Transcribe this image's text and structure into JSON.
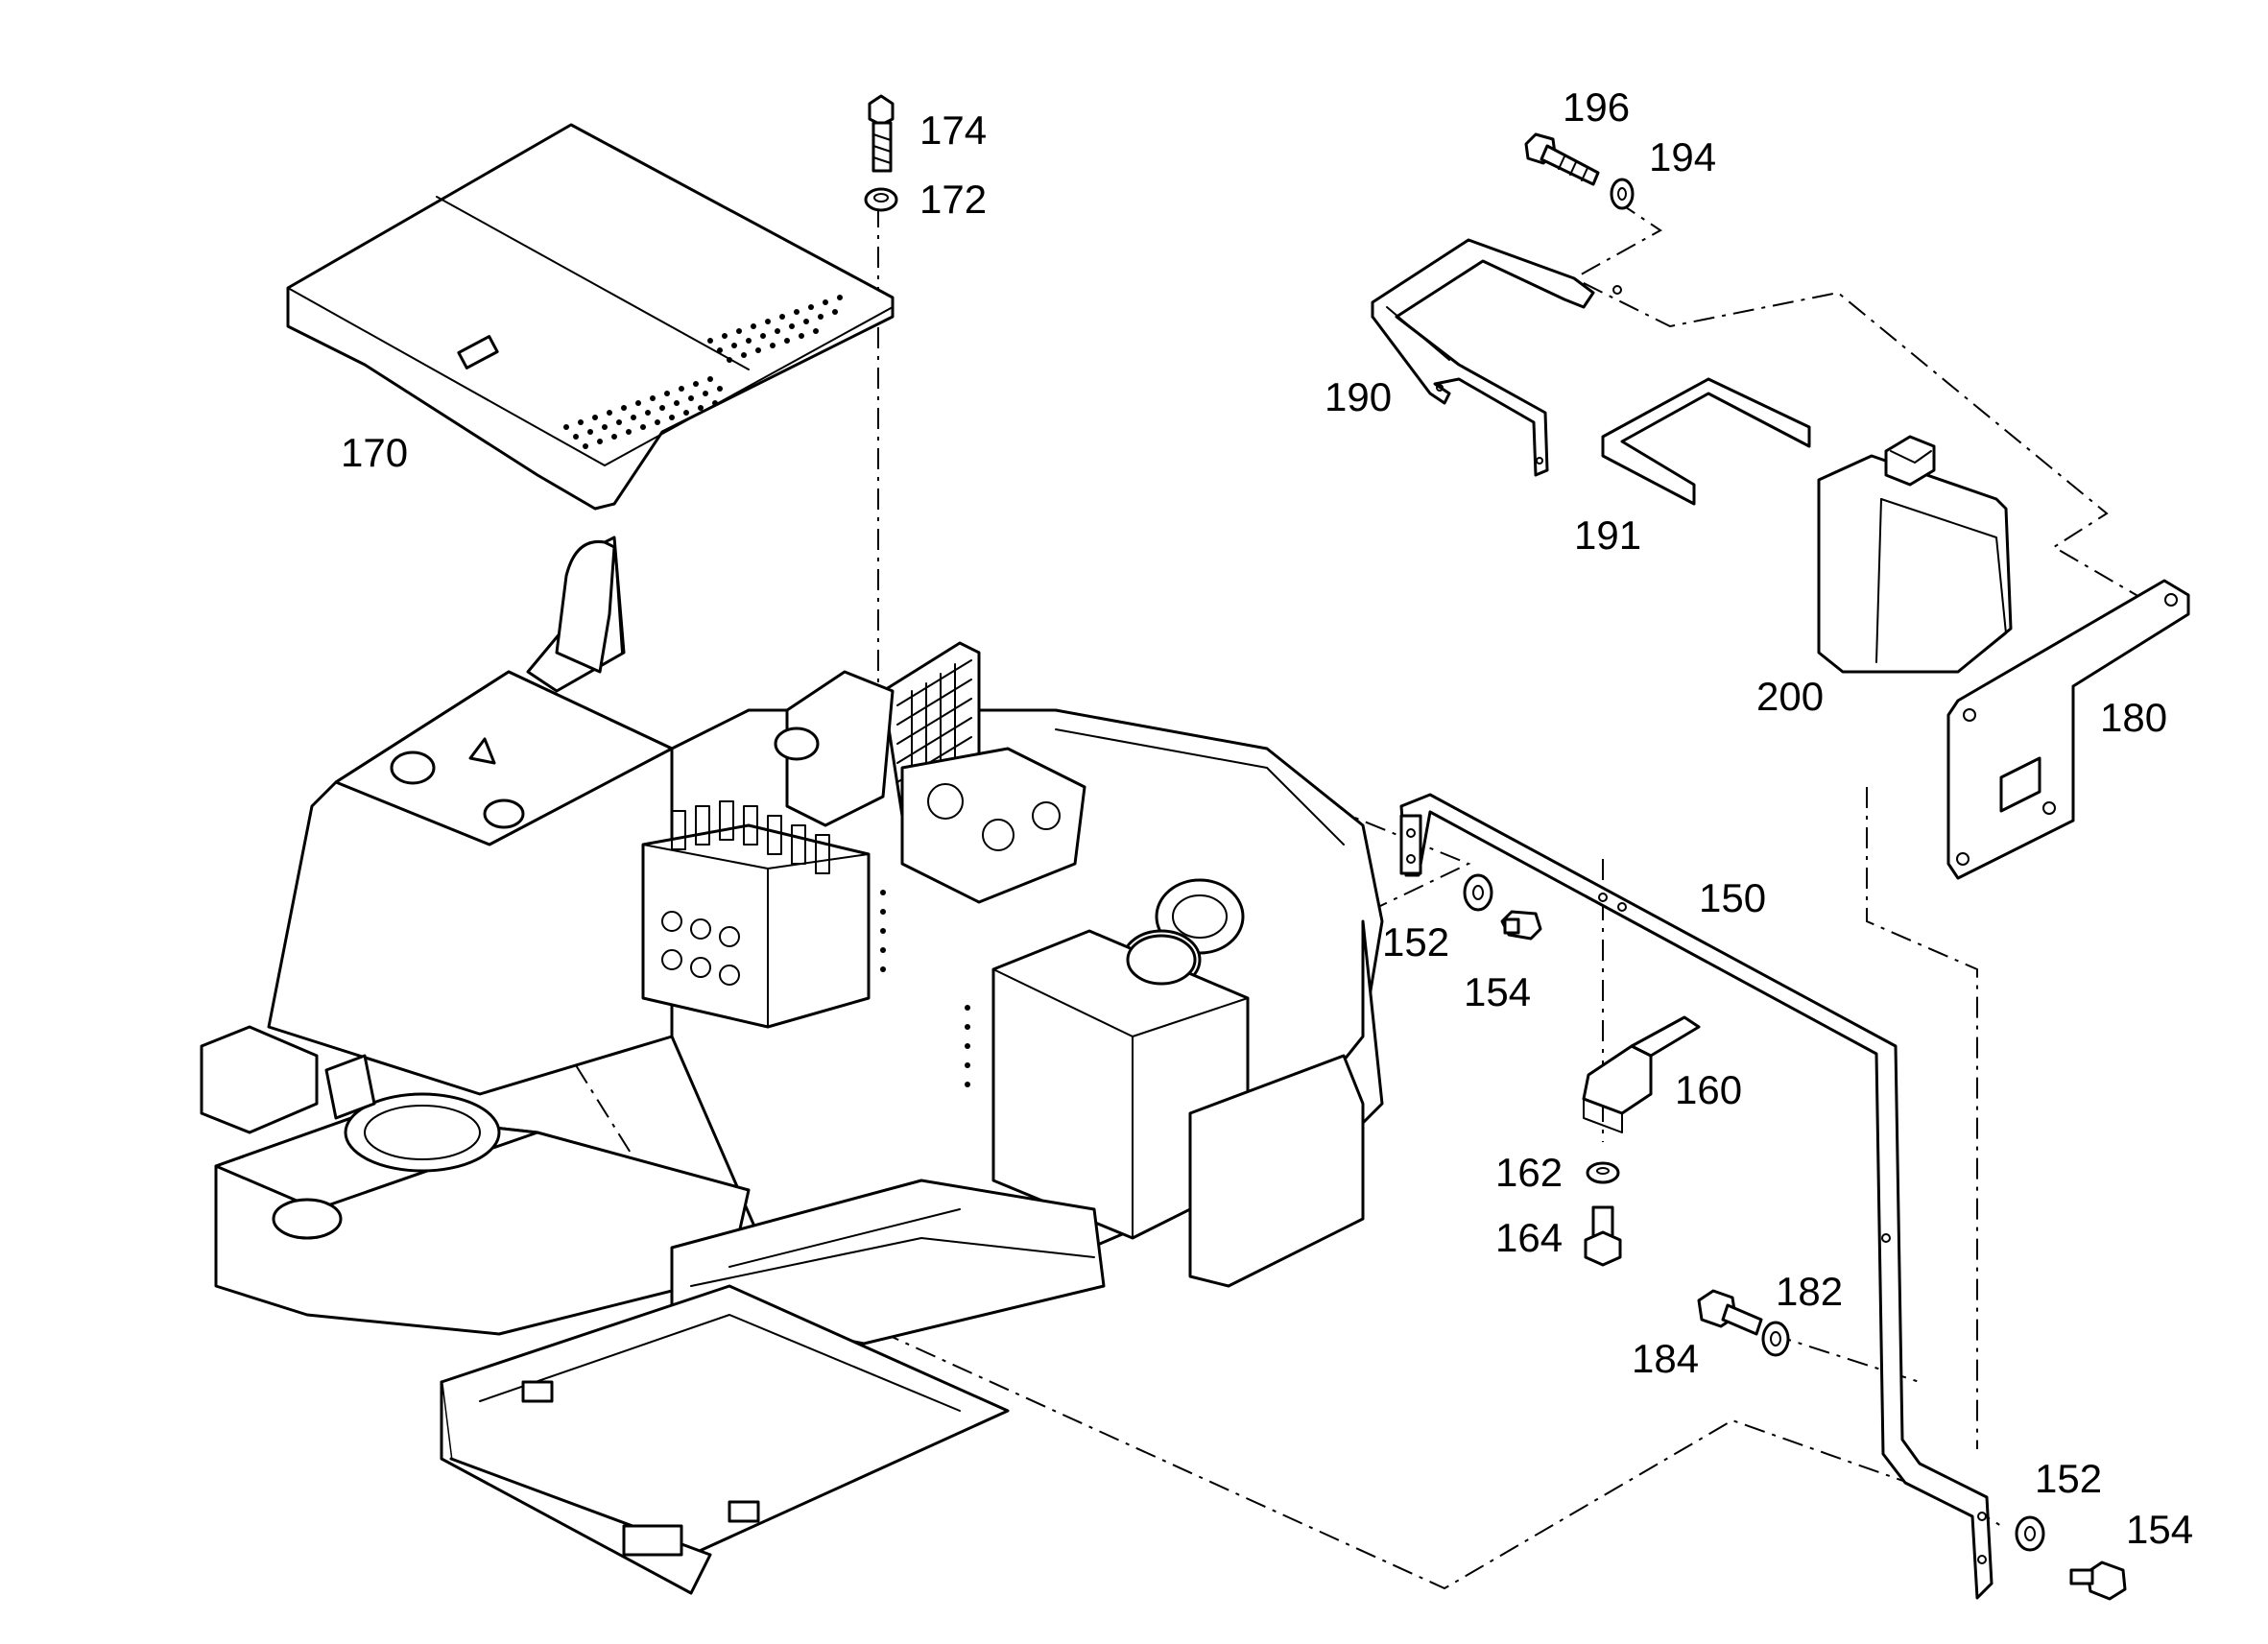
{
  "diagram": {
    "callouts": {
      "n174": "174",
      "n172": "172",
      "n170": "170",
      "n196": "196",
      "n194": "194",
      "n190": "190",
      "n191": "191",
      "n200": "200",
      "n180": "180",
      "n150": "150",
      "n152a": "152",
      "n154a": "154",
      "n160": "160",
      "n162": "162",
      "n164": "164",
      "n182": "182",
      "n184": "184",
      "n152b": "152",
      "n154b": "154"
    }
  }
}
